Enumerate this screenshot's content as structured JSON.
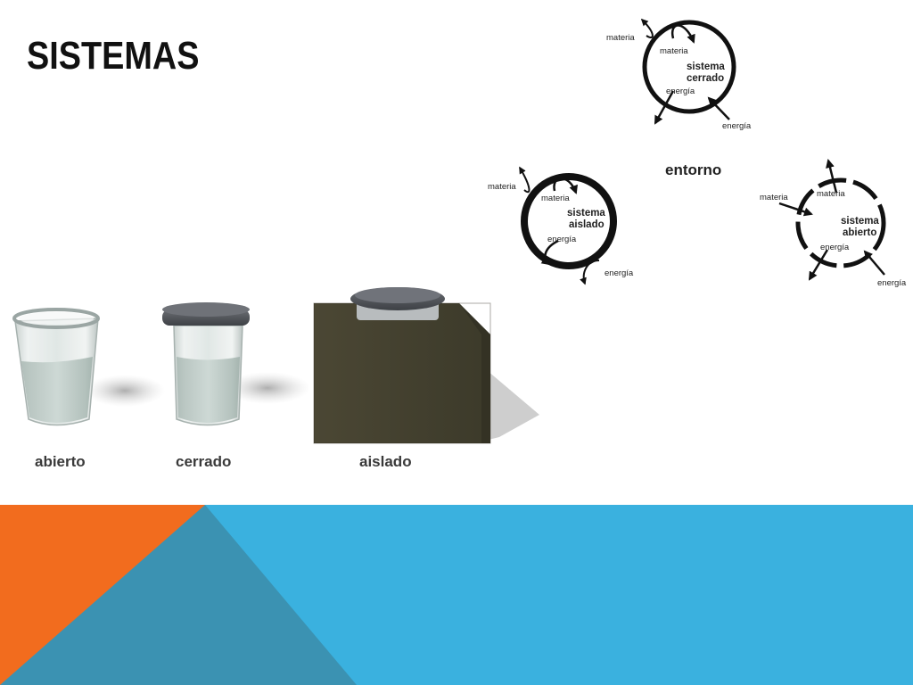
{
  "slide": {
    "title": "SISTEMAS"
  },
  "diagram": {
    "entorno_label": "entorno",
    "closed": {
      "name_line1": "sistema",
      "name_line2": "cerrado",
      "materia_outer": "materia",
      "materia_inner": "materia",
      "energia_inner": "energía",
      "energia_outer": "energía"
    },
    "isolated": {
      "name_line1": "sistema",
      "name_line2": "aislado",
      "materia_outer": "materia",
      "materia_inner": "materia",
      "energia_inner": "energía",
      "energia_outer": "energía"
    },
    "open": {
      "name_line1": "sistema",
      "name_line2": "abierto",
      "materia_outer": "materia",
      "materia_inner": "materia",
      "energia_inner": "energía",
      "energia_outer": "energía"
    }
  },
  "photo": {
    "labels": {
      "open": "abierto",
      "closed": "cerrado",
      "isolated": "aislado"
    }
  },
  "colors": {
    "orange": "#f26c1e",
    "teal": "#3b92b2",
    "sky_blue": "#3ab1df"
  }
}
